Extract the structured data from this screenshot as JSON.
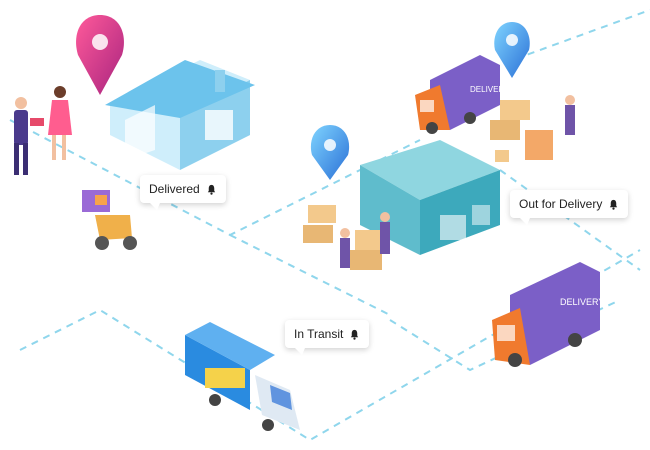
{
  "statuses": {
    "delivered": "Delivered",
    "out_for_delivery": "Out for Delivery",
    "in_transit": "In Transit"
  },
  "truck_text": "DELIVERY",
  "icons": {
    "pin": "location-pin-icon",
    "bell": "bell-icon"
  },
  "colors": {
    "route": "#8fd6ec",
    "pin_pink": "#e0307a",
    "pin_blue": "#2f8fe0",
    "house": "#a9dcf3",
    "warehouse": "#3da9bc",
    "truck_cargo": "#7b5fc7",
    "truck_cab": "#f07a2e",
    "box": "#f3c98c"
  }
}
